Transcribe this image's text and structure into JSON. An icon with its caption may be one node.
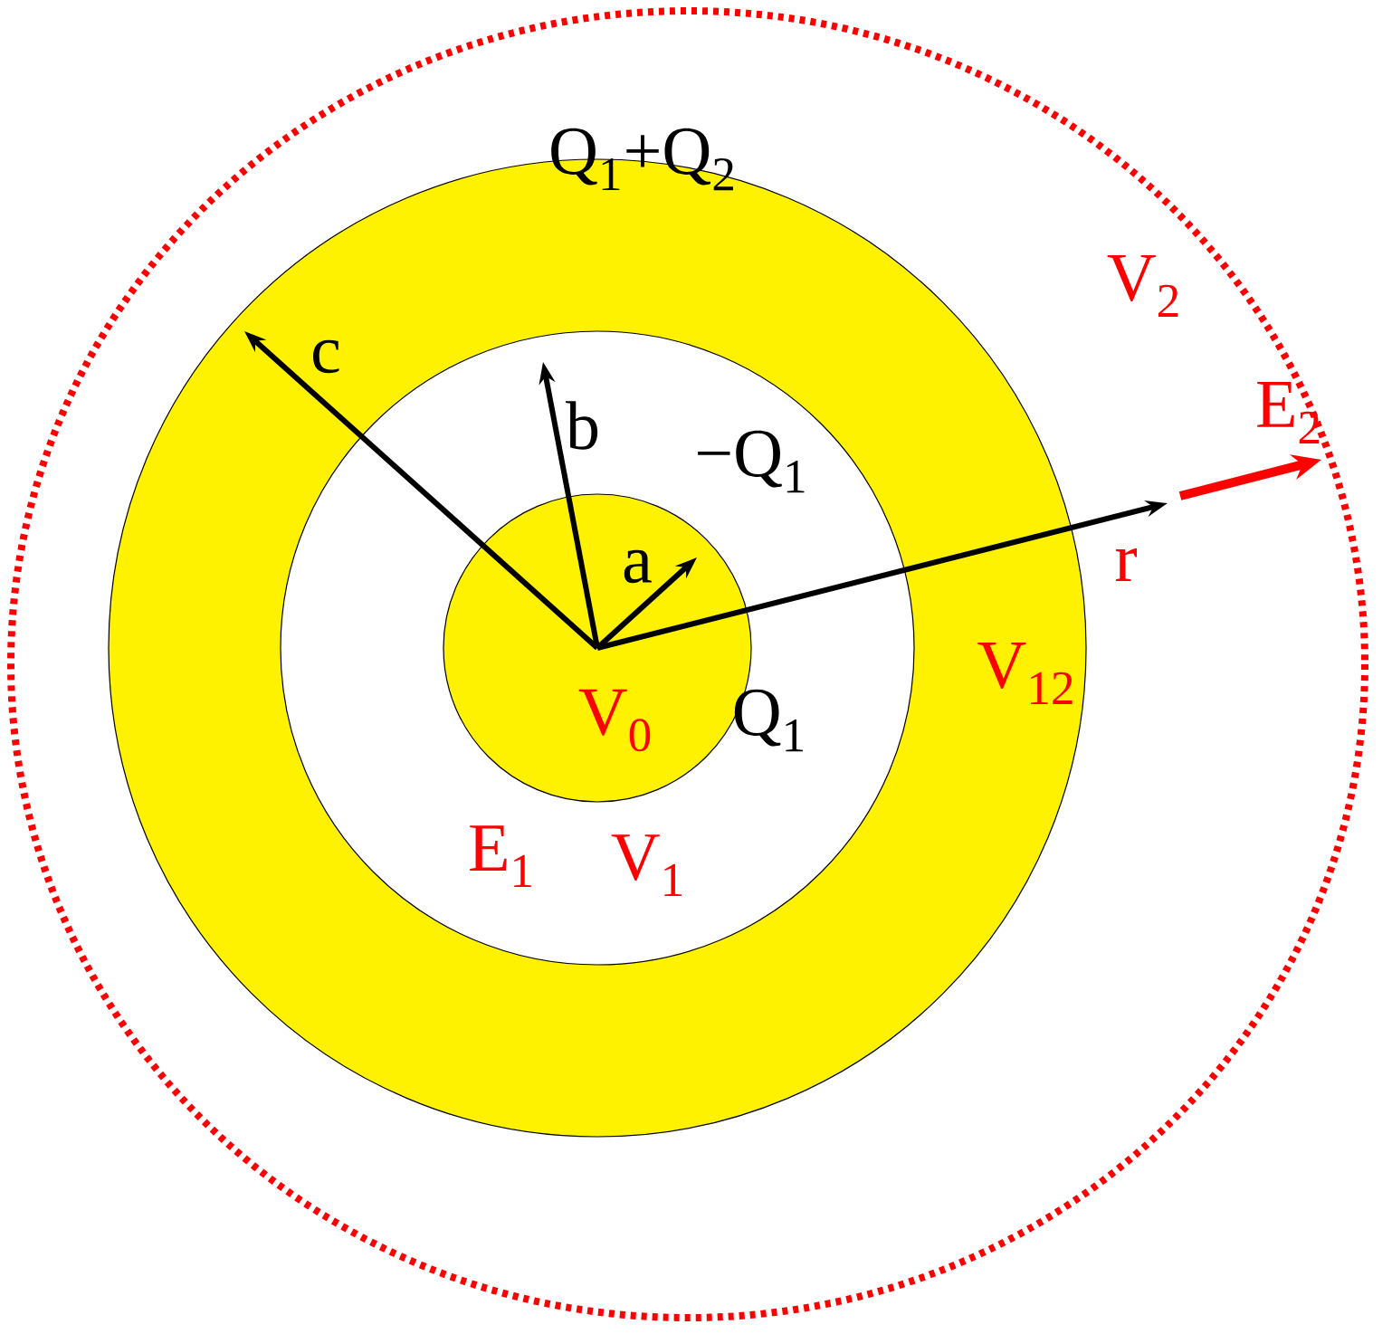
{
  "diagram": {
    "labels": [
      "Q$_{1}$+Q$_{2}$",
      "V$_{2}$",
      "c",
      "b",
      "−Q$_{1}$",
      "E$_{2}$",
      "a",
      "r",
      "V$_{12}$",
      "V$_{0}$",
      "Q$_{1}$",
      "E$_{1}$",
      "V$_{1}$"
    ]
  }
}
